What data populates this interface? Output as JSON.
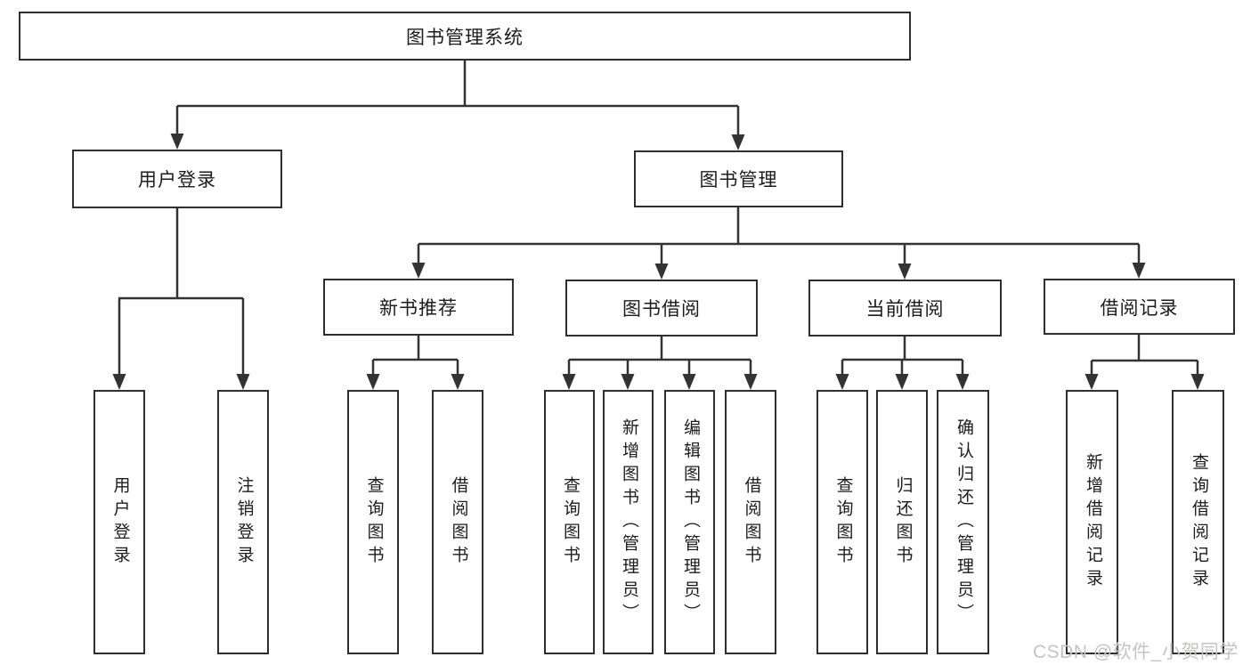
{
  "root": {
    "label": "图书管理系统"
  },
  "level2": [
    {
      "label": "用户登录",
      "children": [
        {
          "label": "用户登录"
        },
        {
          "label": "注销登录"
        }
      ]
    },
    {
      "label": "图书管理",
      "children": [
        {
          "label": "新书推荐",
          "children": [
            {
              "label": "查询图书"
            },
            {
              "label": "借阅图书"
            }
          ]
        },
        {
          "label": "图书借阅",
          "children": [
            {
              "label": "查询图书"
            },
            {
              "label": "新增图书（管理员）"
            },
            {
              "label": "编辑图书（管理员）"
            },
            {
              "label": "借阅图书"
            }
          ]
        },
        {
          "label": "当前借阅",
          "children": [
            {
              "label": "查询图书"
            },
            {
              "label": "归还图书"
            },
            {
              "label": "确认归还（管理员）"
            }
          ]
        },
        {
          "label": "借阅记录",
          "children": [
            {
              "label": "新增借阅记录"
            },
            {
              "label": "查询借阅记录"
            }
          ]
        }
      ]
    }
  ],
  "watermark": {
    "text": "CSDN @软件_小贺同学",
    "color": "#c9c2c2"
  },
  "colors": {
    "line": "#333333",
    "box_border": "#2e2e2e",
    "text": "#1c1c1c",
    "background": "#ffffff"
  }
}
